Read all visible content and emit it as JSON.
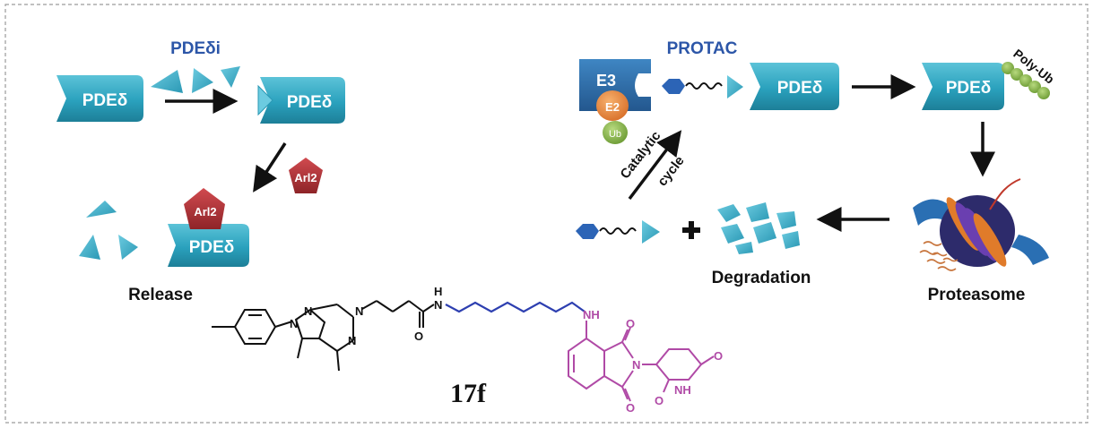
{
  "left_panel": {
    "pde_label": "PDEδ",
    "inhibitor_label": "PDEδi",
    "arl2_label": "Arl2",
    "release_label": "Release"
  },
  "right_panel": {
    "protac_label": "PROTAC",
    "e3_label": "E3",
    "e2_label": "E2",
    "ub_label": "Ub",
    "pde_label": "PDEδ",
    "poly_ub_label": "Poly-Ub",
    "catalytic_label": "Catalytic",
    "cycle_label": "cycle",
    "degradation_label": "Degradation",
    "proteasome_label": "Proteasome"
  },
  "compound": {
    "label": "17f",
    "atoms": {
      "n1": "N",
      "n2": "N",
      "n3": "N",
      "n4": "N",
      "n5": "N",
      "h5": "H",
      "nh": "NH",
      "n_imide": "N",
      "nh_ring": "NH",
      "o1": "O",
      "o2": "O",
      "o3": "O",
      "o4": "O",
      "o5": "O"
    }
  },
  "colors": {
    "pde_teal": "#2aa1bd",
    "inhibitor_teal": "#3aa8bf",
    "arl2_red": "#b5343a",
    "protac_blue": "#2c56a8",
    "e3_blue": "#2e6aa6",
    "e2_orange": "#e98a3c",
    "ub_green": "#8dbb4f",
    "linker_blue": "#2d3fb0",
    "thalidomide_purple": "#b04aa6"
  }
}
